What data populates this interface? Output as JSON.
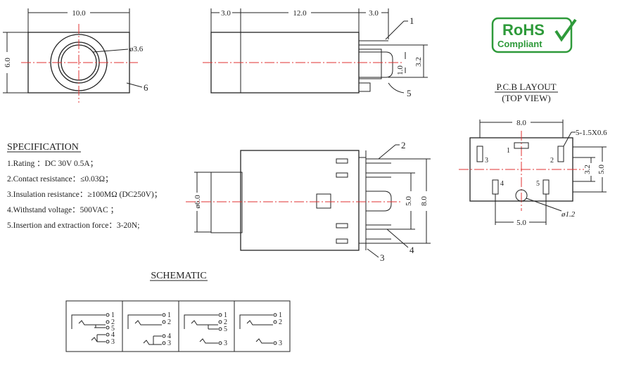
{
  "front_view": {
    "width_dim": "10.0",
    "height_dim": "6.0",
    "hole_dim": "ø3.6",
    "callout": "6"
  },
  "side_view": {
    "dim_left": "3.0",
    "dim_mid": "12.0",
    "dim_right": "3.0",
    "dim_pin": "1.0",
    "dim_span": "3.2",
    "callout_top": "1",
    "callout_bottom": "5"
  },
  "rohs": {
    "line1": "RoHS",
    "line2": "Compliant",
    "color": "#2e9a3a"
  },
  "pcb": {
    "title": "P.C.B LAYOUT",
    "subtitle": "(TOP VIEW)",
    "dim_top": "8.0",
    "dim_bottom": "5.0",
    "dim_right_outer": "5.0",
    "dim_right_inner": "3.2",
    "hole_note": "5-1.5X0.6",
    "post_note": "ø1.2",
    "pads": [
      "1",
      "2",
      "3",
      "4",
      "5"
    ]
  },
  "spec": {
    "title": "SPECIFICATION",
    "lines": [
      "1.Rating ：DC 30V 0.5A；",
      "2.Contact resistance：≤0.03Ω；",
      "3.Insulation resistance：≥100MΩ (DC250V)；",
      "4.Withstand voltage：500VAC ；",
      "5.Insertion and extraction force：3-20N;"
    ]
  },
  "top_view": {
    "dia": "ø6.0",
    "dim_inner": "5.0",
    "dim_outer": "8.0",
    "callout_2": "2",
    "callout_3": "3",
    "callout_4": "4"
  },
  "schematic": {
    "title": "SCHEMATIC",
    "cells": [
      {
        "pins": [
          "1",
          "2",
          "5",
          "4",
          "3"
        ]
      },
      {
        "pins": [
          "1",
          "2",
          "4",
          "3"
        ]
      },
      {
        "pins": [
          "1",
          "2",
          "5",
          "3"
        ]
      },
      {
        "pins": [
          "1",
          "2",
          "3"
        ]
      }
    ]
  }
}
